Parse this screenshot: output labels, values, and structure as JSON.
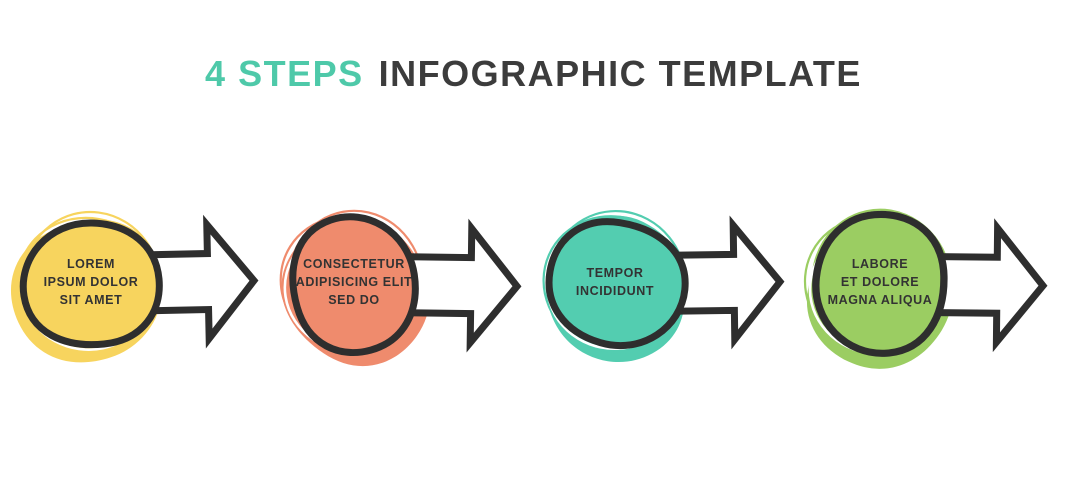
{
  "title": {
    "accent": "4 STEPS",
    "rest": "INFOGRAPHIC TEMPLATE"
  },
  "palette": {
    "accent": "#4ec9a9",
    "title_ink": "#3c3c3c",
    "outline": "#2e2e2e",
    "text_ink": "#333333",
    "background": "#ffffff"
  },
  "steps": [
    {
      "name": "step-1",
      "fill": "#f7d45e",
      "lines": [
        "LOREM",
        "IPSUM DOLOR",
        "SIT AMET"
      ]
    },
    {
      "name": "step-2",
      "fill": "#ef8b6d",
      "lines": [
        "CONSECTETUR",
        "ADIPISICING ELIT",
        "SED DO"
      ]
    },
    {
      "name": "step-3",
      "fill": "#53cdb0",
      "lines": [
        "TEMPOR",
        "INCIDIDUNT"
      ]
    },
    {
      "name": "step-4",
      "fill": "#9bcd62",
      "lines": [
        "LABORE",
        "ET DOLORE",
        "MAGNA ALIQUA"
      ]
    }
  ]
}
